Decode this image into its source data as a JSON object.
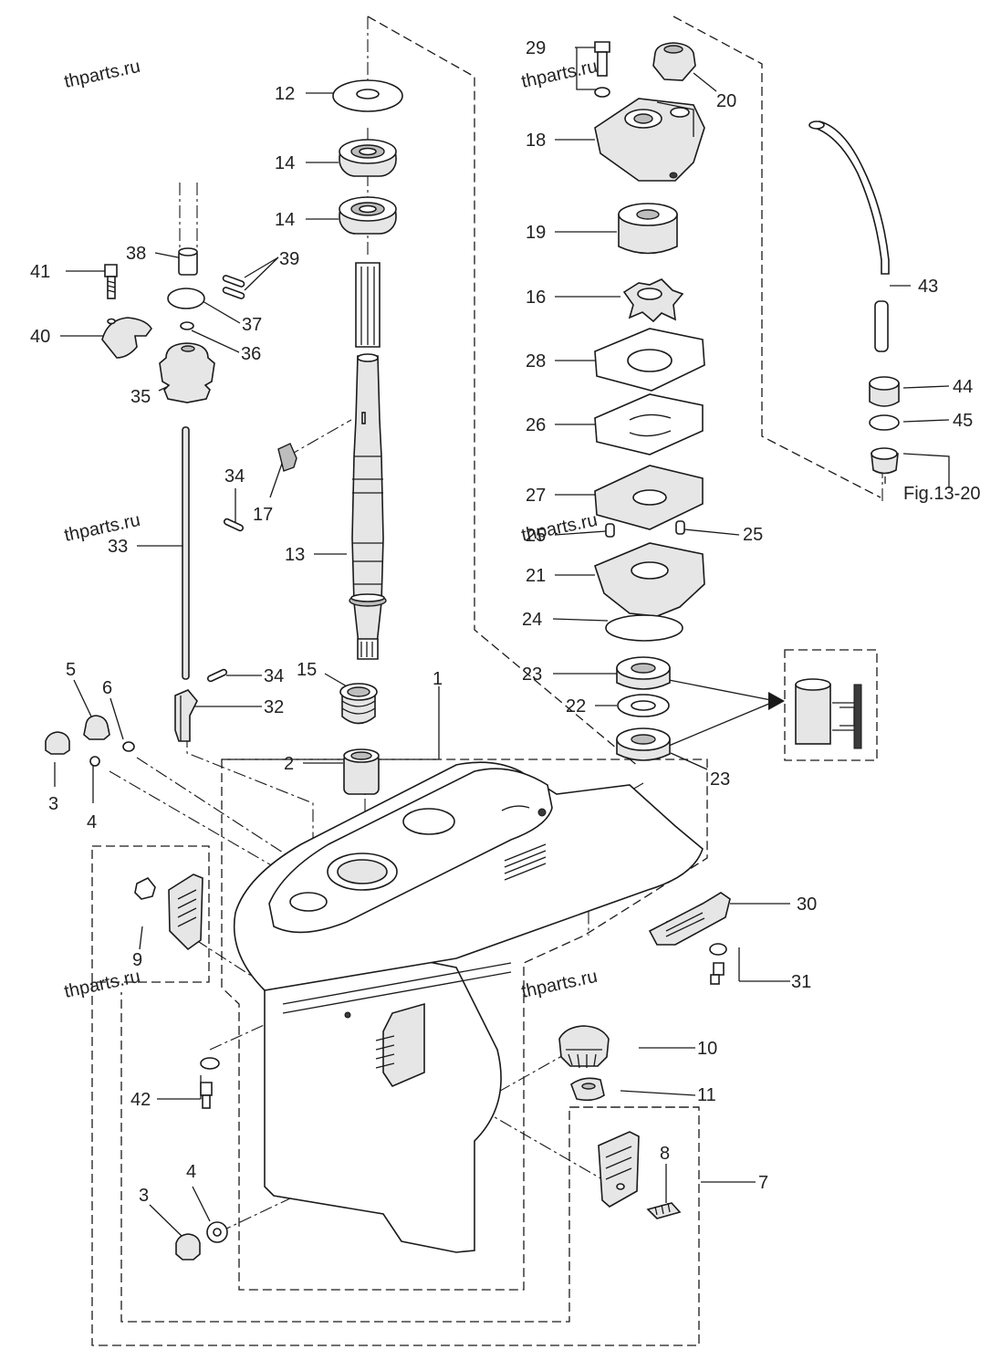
{
  "watermark": "thparts.ru",
  "reference_label": "Fig.13-20",
  "callouts": [
    {
      "id": "c1",
      "text": "1"
    },
    {
      "id": "c2",
      "text": "2"
    },
    {
      "id": "c3a",
      "text": "3"
    },
    {
      "id": "c3b",
      "text": "3"
    },
    {
      "id": "c4a",
      "text": "4"
    },
    {
      "id": "c4b",
      "text": "4"
    },
    {
      "id": "c5",
      "text": "5"
    },
    {
      "id": "c6",
      "text": "6"
    },
    {
      "id": "c7",
      "text": "7"
    },
    {
      "id": "c8",
      "text": "8"
    },
    {
      "id": "c9",
      "text": "9"
    },
    {
      "id": "c10",
      "text": "10"
    },
    {
      "id": "c11",
      "text": "11"
    },
    {
      "id": "c12",
      "text": "12"
    },
    {
      "id": "c13",
      "text": "13"
    },
    {
      "id": "c14a",
      "text": "14"
    },
    {
      "id": "c14b",
      "text": "14"
    },
    {
      "id": "c15",
      "text": "15"
    },
    {
      "id": "c16",
      "text": "16"
    },
    {
      "id": "c17",
      "text": "17"
    },
    {
      "id": "c18",
      "text": "18"
    },
    {
      "id": "c19",
      "text": "19"
    },
    {
      "id": "c20",
      "text": "20"
    },
    {
      "id": "c21",
      "text": "21"
    },
    {
      "id": "c22",
      "text": "22"
    },
    {
      "id": "c23a",
      "text": "23"
    },
    {
      "id": "c23b",
      "text": "23"
    },
    {
      "id": "c24",
      "text": "24"
    },
    {
      "id": "c25a",
      "text": "25"
    },
    {
      "id": "c25b",
      "text": "25"
    },
    {
      "id": "c26",
      "text": "26"
    },
    {
      "id": "c27",
      "text": "27"
    },
    {
      "id": "c28",
      "text": "28"
    },
    {
      "id": "c29",
      "text": "29"
    },
    {
      "id": "c30",
      "text": "30"
    },
    {
      "id": "c31",
      "text": "31"
    },
    {
      "id": "c32",
      "text": "32"
    },
    {
      "id": "c33",
      "text": "33"
    },
    {
      "id": "c34a",
      "text": "34"
    },
    {
      "id": "c34b",
      "text": "34"
    },
    {
      "id": "c35",
      "text": "35"
    },
    {
      "id": "c36",
      "text": "36"
    },
    {
      "id": "c37",
      "text": "37"
    },
    {
      "id": "c38",
      "text": "38"
    },
    {
      "id": "c39",
      "text": "39"
    },
    {
      "id": "c40",
      "text": "40"
    },
    {
      "id": "c41",
      "text": "41"
    },
    {
      "id": "c42",
      "text": "42"
    },
    {
      "id": "c43",
      "text": "43"
    },
    {
      "id": "c44",
      "text": "44"
    },
    {
      "id": "c45",
      "text": "45"
    }
  ]
}
